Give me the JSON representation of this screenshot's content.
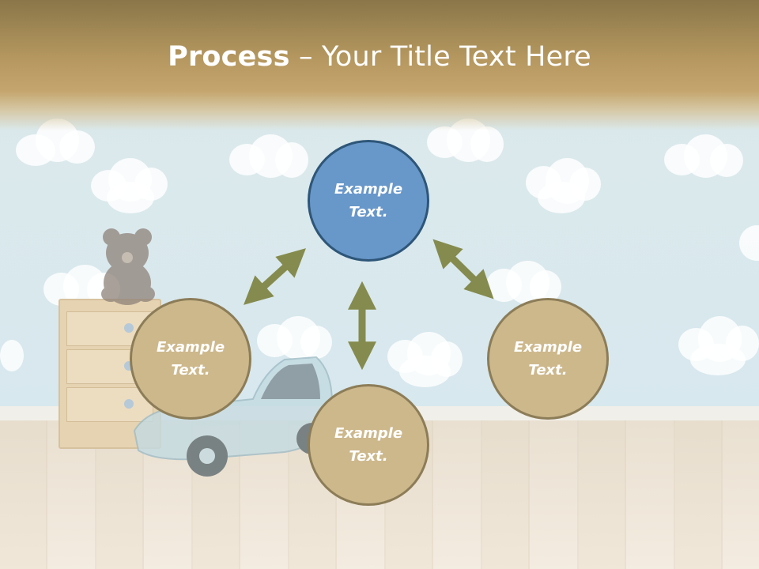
{
  "slide": {
    "title_bold": "Process",
    "title_rest": " – Your Title Text Here"
  },
  "nodes": {
    "top": {
      "label": "Example\nText.",
      "line1": "Example",
      "line2": "Text."
    },
    "left": {
      "line1": "Example",
      "line2": "Text."
    },
    "right": {
      "line1": "Example",
      "line2": "Text."
    },
    "bottom": {
      "line1": "Example",
      "line2": "Text."
    }
  },
  "colors": {
    "header": "#b3965e",
    "node_primary": "#6897c9",
    "node_secondary": "#cdb88c",
    "arrow": "#858b4e"
  },
  "icons": {
    "arrows": "double-headed-arrow"
  }
}
